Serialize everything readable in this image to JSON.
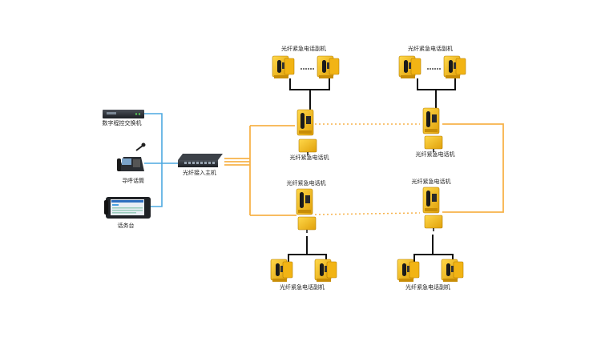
{
  "labels": {
    "pbx": "数字程控交换机",
    "paging_phone": "寻呼话筒",
    "console": "话务台",
    "host": "光纤接入主机",
    "ext_top_left": "光纤紧急电话副机",
    "ext_top_right": "光纤紧急电话副机",
    "ext_bottom_left": "光纤紧急电话副机",
    "ext_bottom_right": "光纤紧急电话副机",
    "tel_top_left": "光纤紧急电话机",
    "tel_top_right": "光纤紧急电话机",
    "tel_bottom_left": "光纤紧急电话机",
    "tel_bottom_right": "光纤紧急电话机"
  },
  "colors": {
    "fiber": "#f7b24a",
    "network": "#4da8e0",
    "wire": "#111111",
    "phone_yellow": "#f2b414",
    "phone_dark": "#1a1a1a"
  }
}
